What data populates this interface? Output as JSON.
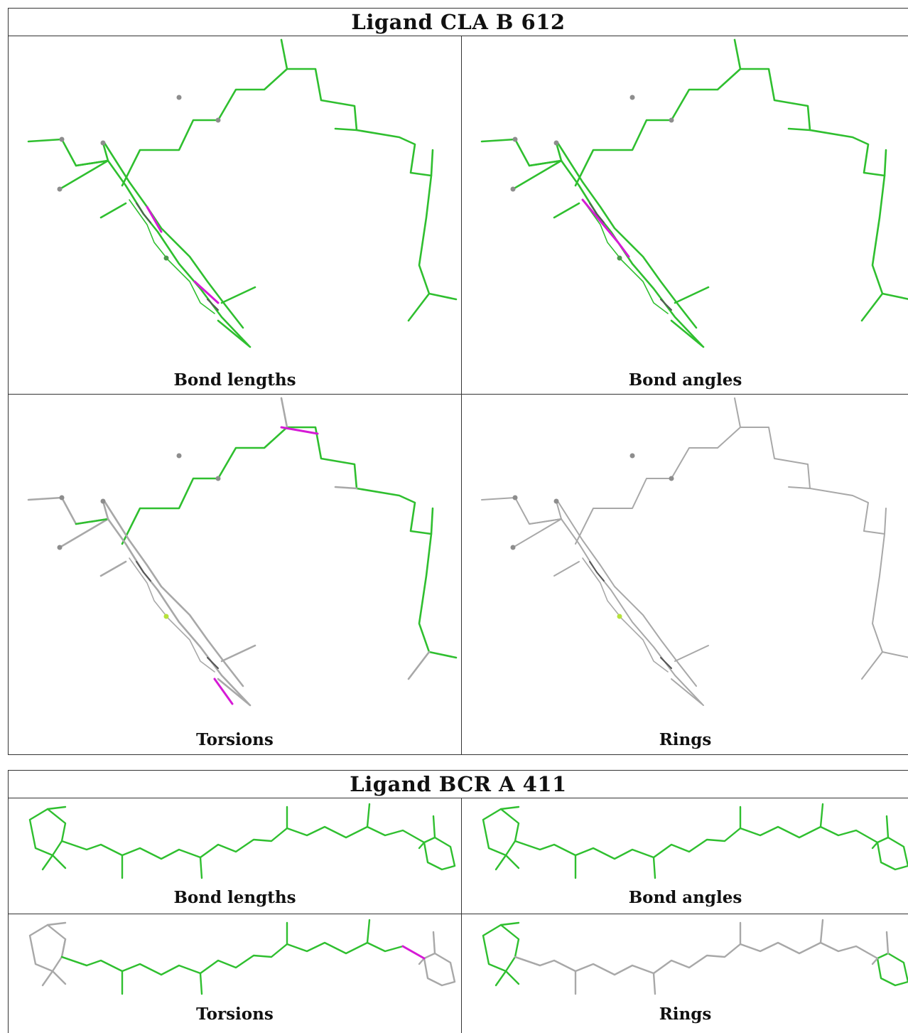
{
  "colors": {
    "green": "#2fbf2f",
    "gray": "#a8a8a8",
    "magenta": "#d61ad6",
    "dark": "#555555"
  },
  "panels": [
    {
      "title": "Ligand CLA B 612",
      "cells": [
        {
          "caption": "Bond lengths",
          "style": "green-lengths"
        },
        {
          "caption": "Bond angles",
          "style": "green-angles"
        },
        {
          "caption": "Torsions",
          "style": "torsions"
        },
        {
          "caption": "Rings",
          "style": "rings"
        }
      ]
    },
    {
      "title": "Ligand BCR A 411",
      "cells": [
        {
          "caption": "Bond lengths",
          "style": "green"
        },
        {
          "caption": "Bond angles",
          "style": "green"
        },
        {
          "caption": "Torsions",
          "style": "torsions"
        },
        {
          "caption": "Rings",
          "style": "rings"
        }
      ]
    }
  ]
}
